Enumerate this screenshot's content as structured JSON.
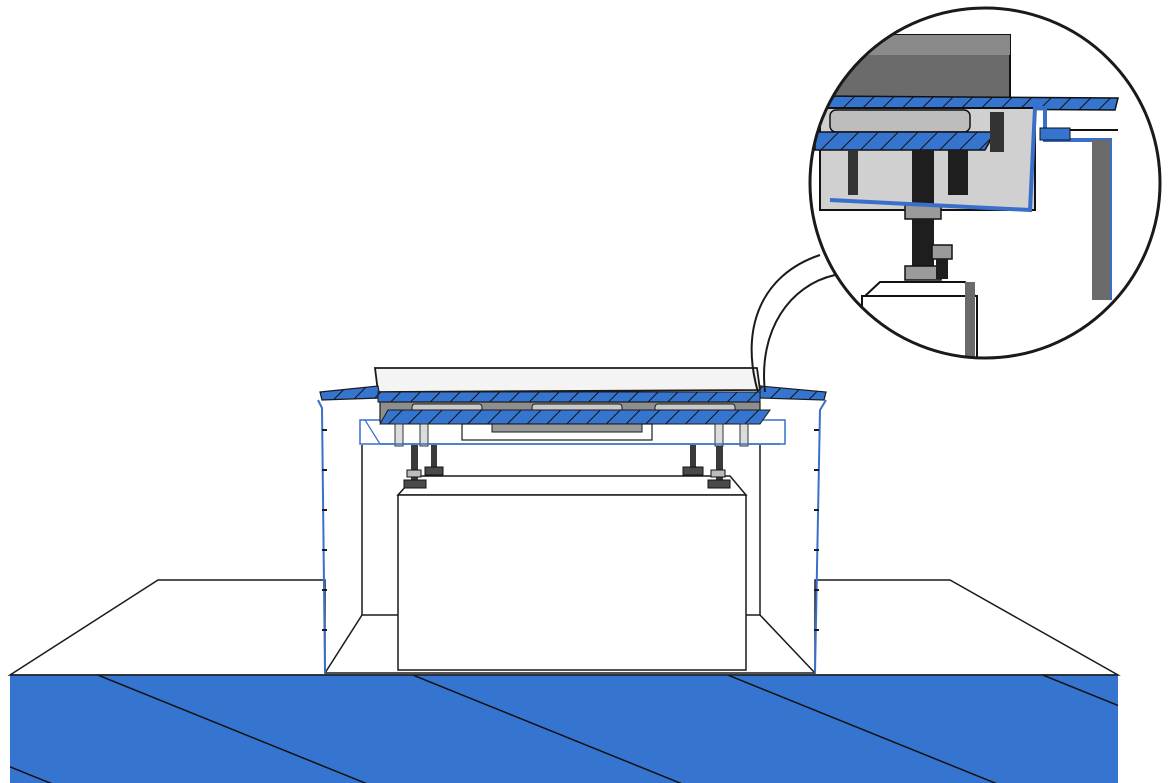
{
  "diagram": {
    "subject": "raised-floor-drain-section",
    "colors": {
      "hatch_fill": "#3575d0",
      "outline": "#1a1a1a",
      "line_blue": "#3a6fc9",
      "metal_dark": "#6b6b6b",
      "metal_mid": "#9a9a9a",
      "metal_light": "#d0d0d0",
      "background": "#ffffff"
    },
    "components": [
      {
        "id": "screed-slab",
        "label": ""
      },
      {
        "id": "pit-recess",
        "label": ""
      },
      {
        "id": "concrete-plinth",
        "label": ""
      },
      {
        "id": "adjustable-pedestal-feet",
        "label": ""
      },
      {
        "id": "drain-channel-body",
        "label": ""
      },
      {
        "id": "waterproof-membrane",
        "label": ""
      },
      {
        "id": "detail-magnifier",
        "label": ""
      }
    ]
  }
}
